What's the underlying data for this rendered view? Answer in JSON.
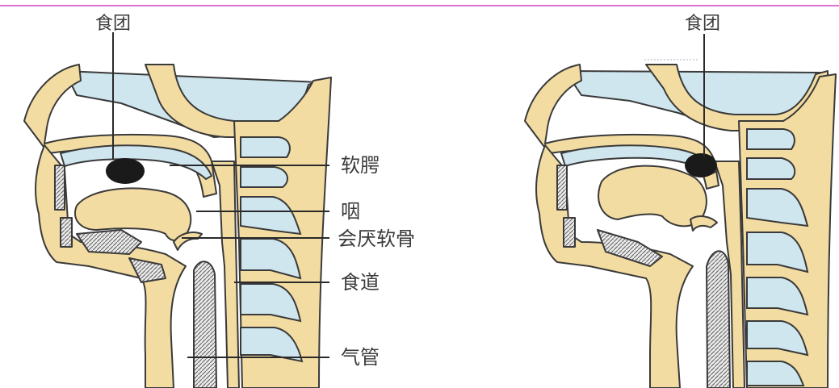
{
  "labels": {
    "bolus_left": "食团",
    "bolus_right": "食团",
    "soft_palate": "软腭",
    "pharynx": "咽",
    "epiglottis": "会厌软骨",
    "esophagus": "食道",
    "trachea": "气管"
  },
  "colors": {
    "frame_line": "#e070d0",
    "bone": "#f3dca2",
    "bone_outline": "#3a3a3a",
    "cavity_blue": "#cfe6ee",
    "bolus": "#1a1a1a",
    "muscle_hatch": "#777777"
  }
}
